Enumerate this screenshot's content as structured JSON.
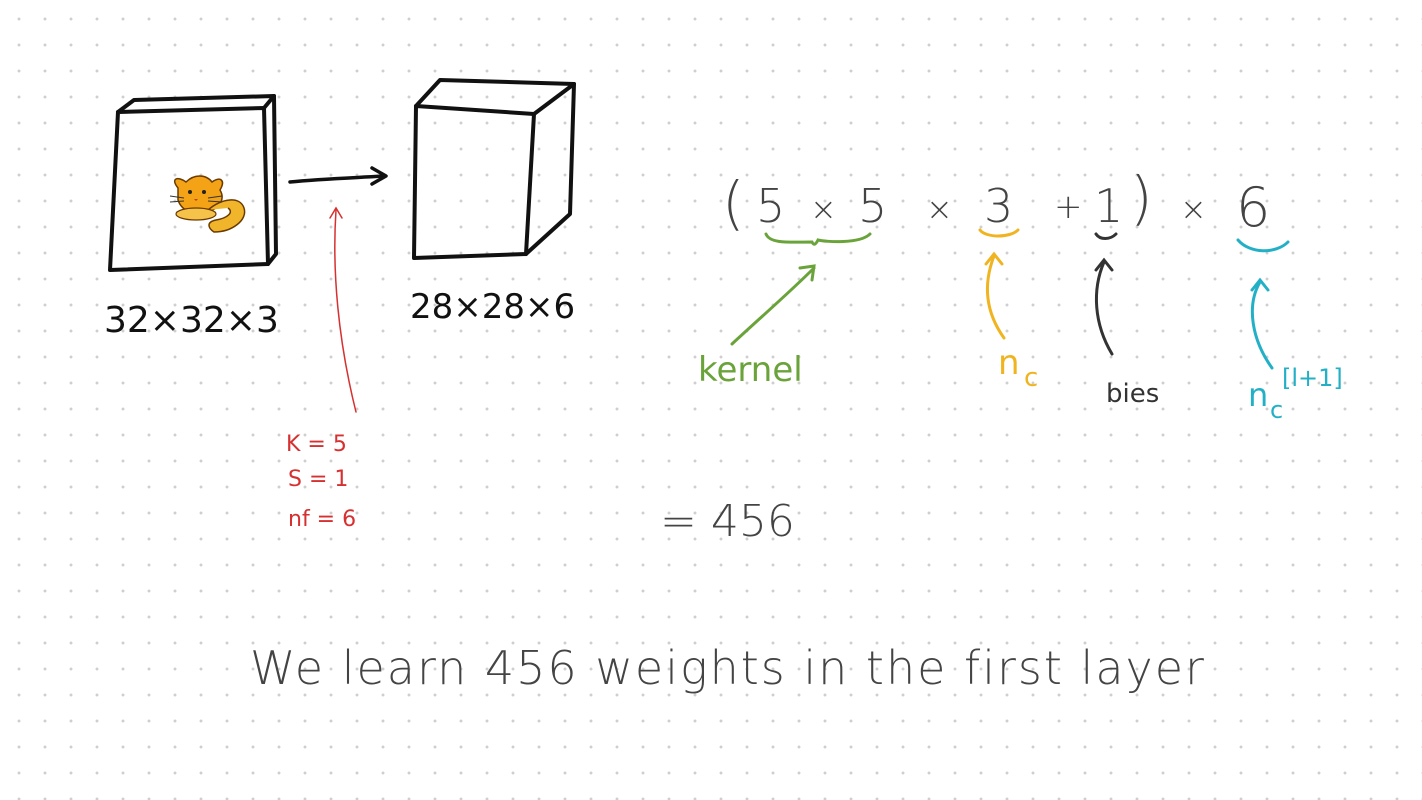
{
  "left_volume": {
    "label": "32×32×3"
  },
  "right_volume": {
    "label": "28×28×6"
  },
  "conv_params": {
    "k": "K = 5",
    "s": "S = 1",
    "nf": "nf = 6"
  },
  "formula": {
    "open_paren": "(",
    "k1": "5",
    "x1": "×",
    "k2": "5",
    "x2": "×",
    "nc": "3",
    "plus": "+",
    "bias": "1",
    "close_paren": ")",
    "x3": "×",
    "nf": "6"
  },
  "annotations": {
    "kernel": "kernel",
    "nc": "n",
    "nc_sub": "c",
    "bias": "bies",
    "next_nc": "n",
    "next_nc_sub": "c",
    "next_nc_sup": "[l+1]"
  },
  "result": "= 456",
  "summary": "We learn 456 weights in the first layer",
  "colors": {
    "ink": "#111111",
    "red": "#d63030",
    "green": "#6aa33a",
    "yellow": "#f0b421",
    "dark": "#333333",
    "cyan": "#23b0c6",
    "formula": "#444444"
  }
}
